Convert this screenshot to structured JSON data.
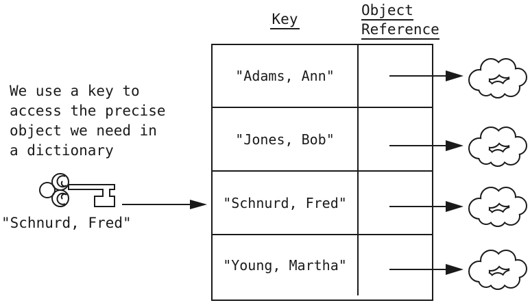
{
  "colors": {
    "ink": "#1a1a1a",
    "paper": "#ffffff"
  },
  "note": {
    "lines": [
      "We use a key to",
      "access the precise",
      "object we need in",
      "a dictionary"
    ]
  },
  "key_caption": "\"Schnurd, Fred\"",
  "table": {
    "key_header": "Key",
    "ref_header": {
      "lines": [
        "Object",
        "Reference"
      ]
    },
    "rows": [
      {
        "key": "\"Adams, Ann\""
      },
      {
        "key": "\"Jones, Bob\""
      },
      {
        "key": "\"Schnurd, Fred\""
      },
      {
        "key": "\"Young, Martha\""
      }
    ]
  },
  "icons": {
    "key": "skeleton-key-icon",
    "cloud": "cloud-object-icon",
    "arrow": "right-arrow-icon"
  }
}
